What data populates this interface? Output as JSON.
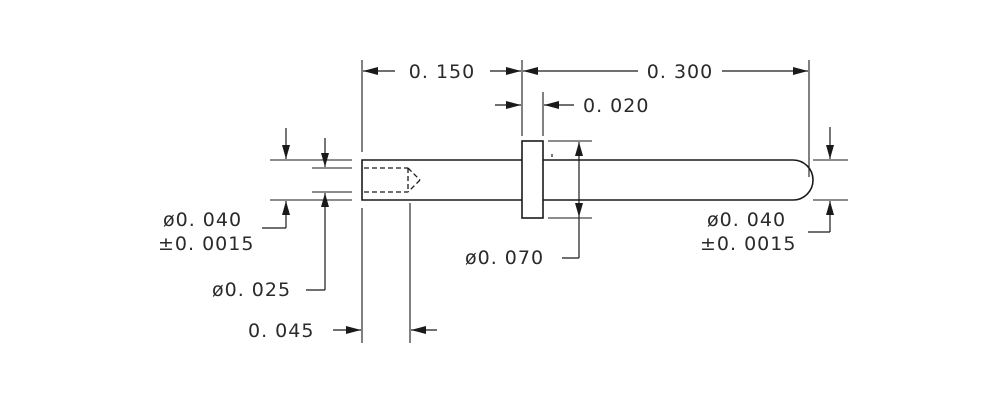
{
  "dimensions": {
    "length_left": "0. 150",
    "length_right": "0. 300",
    "collar_width": "0. 020",
    "dia_left": "ø0. 040",
    "tol_left": "±0. 0015",
    "dia_bore": "ø0. 025",
    "bore_depth": "0. 045",
    "dia_collar": "ø0. 070",
    "dia_right": "ø0. 040",
    "tol_right": "±0. 0015"
  }
}
